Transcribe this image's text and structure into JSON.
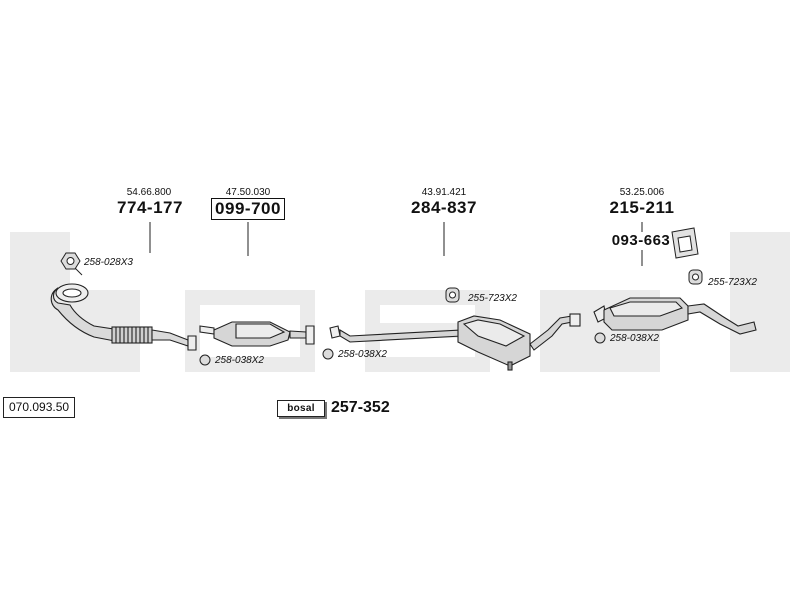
{
  "diagram_number": "070.093.50",
  "brand_logo_text": "bosal",
  "parts": [
    {
      "oe_ref": "54.66.800",
      "part_no": "774-177",
      "boxed": false
    },
    {
      "oe_ref": "47.50.030",
      "part_no": "099-700",
      "boxed": true
    },
    {
      "oe_ref": "43.91.421",
      "part_no": "284-837",
      "boxed": false
    },
    {
      "oe_ref": "53.25.006",
      "part_no": "215-211",
      "boxed": false
    }
  ],
  "hanger_part_no": "093-663",
  "fitting_kit_part_no": "257-352",
  "callouts": [
    {
      "text": "258-028X3",
      "icon": "nut-icon"
    },
    {
      "text": "258-038X2",
      "icon": "gasket-icon"
    },
    {
      "text": "258-038X2",
      "icon": "gasket-icon"
    },
    {
      "text": "255-723X2",
      "icon": "rubber-mount-icon"
    },
    {
      "text": "255-723X2",
      "icon": "rubber-mount-icon"
    },
    {
      "text": "258-038X2",
      "icon": "gasket-icon"
    }
  ],
  "colors": {
    "watermark": "#e9e9e9",
    "line": "#222222",
    "metal": "#d8d8d8"
  }
}
